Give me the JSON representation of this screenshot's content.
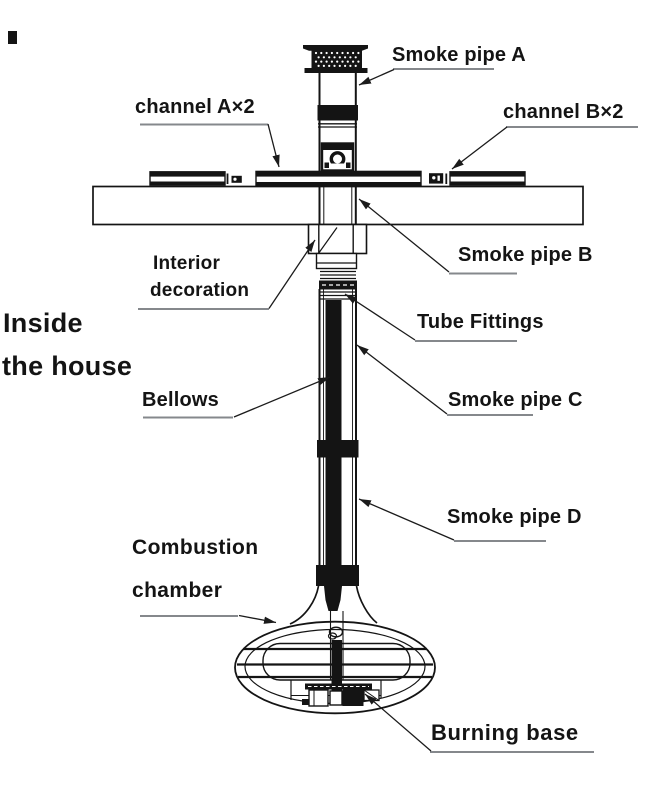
{
  "page": {
    "background": "#ffffff",
    "ink_color": "#141414",
    "underline_color": "#85888c",
    "leader_color": "#1b1b1b"
  },
  "labels": {
    "smoke_pipe_a": "Smoke pipe A",
    "channel_a": "channel A×2",
    "channel_b": "channel B×2",
    "smoke_pipe_b": "Smoke pipe B",
    "interior_line1": "Interior",
    "interior_line2": "decoration",
    "inside_line1": "Inside",
    "inside_line2": "the house",
    "tube_fittings": "Tube Fittings",
    "bellows": "Bellows",
    "smoke_pipe_c": "Smoke pipe C",
    "smoke_pipe_d": "Smoke pipe D",
    "combustion_line1": "Combustion",
    "combustion_line2": "chamber",
    "burning_base": "Burning base"
  }
}
